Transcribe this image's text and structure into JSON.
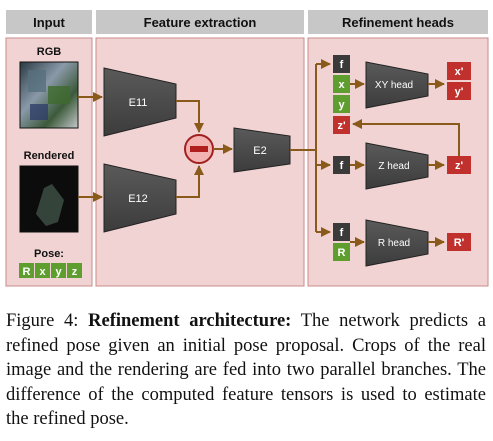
{
  "headers": {
    "input": "Input",
    "feature": "Feature extraction",
    "refine": "Refinement heads"
  },
  "inputs": {
    "rgb": "RGB",
    "rendered": "Rendered",
    "pose": "Pose:",
    "pose_cells": [
      "R",
      "x",
      "y",
      "z"
    ]
  },
  "encoders": {
    "e11": "E11",
    "e12": "E12",
    "e2": "E2"
  },
  "heads": {
    "xy": {
      "label": "XY head",
      "inputs": [
        "f",
        "x",
        "y"
      ],
      "outputs": [
        "x'",
        "y'"
      ]
    },
    "z": {
      "label": "Z head",
      "inputs": [
        "f"
      ],
      "outputs": [
        "z'"
      ]
    },
    "r": {
      "label": "R head",
      "inputs": [
        "f",
        "R"
      ],
      "outputs": [
        "R'"
      ]
    },
    "z_feedback": "z'"
  },
  "caption": {
    "prefix": "Figure 4: ",
    "title": "Refinement architecture:",
    "body": " The network predicts a refined pose given an initial pose proposal.  Crops of the real image and the rendering are fed into two parallel branches. The difference of the computed feature tensors is used to estimate the refined pose."
  },
  "colors": {
    "panel_bg": "#f1d3d3",
    "panel_border": "#c98b8b",
    "header_bg": "#c7c7c7",
    "network": "#4b4b4b",
    "feature_box": "#3a3a3a",
    "pose_green": "#5e9e2e",
    "output_red": "#c0302c"
  }
}
